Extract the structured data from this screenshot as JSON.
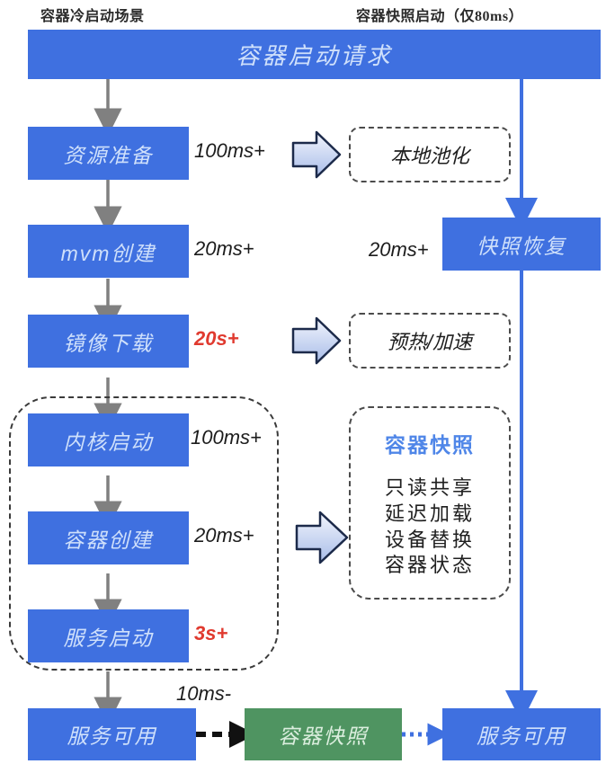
{
  "headers": {
    "left": "容器冷启动场景",
    "right": "容器快照启动（仅80ms）"
  },
  "colors": {
    "blue_box": "#3f70e0",
    "green_box": "#4f9461",
    "blue_arrow": "#3f70e0",
    "gray_arrow": "#808080",
    "red_label": "#e03a2f",
    "snapshot_title": "#4f86e8"
  },
  "top": {
    "request_label": "容器启动请求"
  },
  "left_flow": {
    "steps": [
      {
        "label": "资源准备",
        "time": "100ms+",
        "red": false
      },
      {
        "label": "mvm创建",
        "time": "20ms+",
        "red": false
      },
      {
        "label": "镜像下载",
        "time": "20s+",
        "red": true
      },
      {
        "label": "内核启动",
        "time": "100ms+",
        "red": false
      },
      {
        "label": "容器创建",
        "time": "20ms+",
        "red": false
      },
      {
        "label": "服务启动",
        "time": "3s+",
        "red": true
      }
    ],
    "final": "服务可用",
    "snapshot_time": "10ms-",
    "snapshot_box": "容器快照"
  },
  "right_flow": {
    "pool_box": "本地池化",
    "restore_box": "快照恢复",
    "restore_time": "20ms+",
    "preheat_box": "预热/加速",
    "final": "服务可用"
  },
  "snapshot_panel": {
    "title": "容器快照",
    "items": [
      "只读共享",
      "延迟加载",
      "设备替换",
      "容器状态"
    ]
  }
}
